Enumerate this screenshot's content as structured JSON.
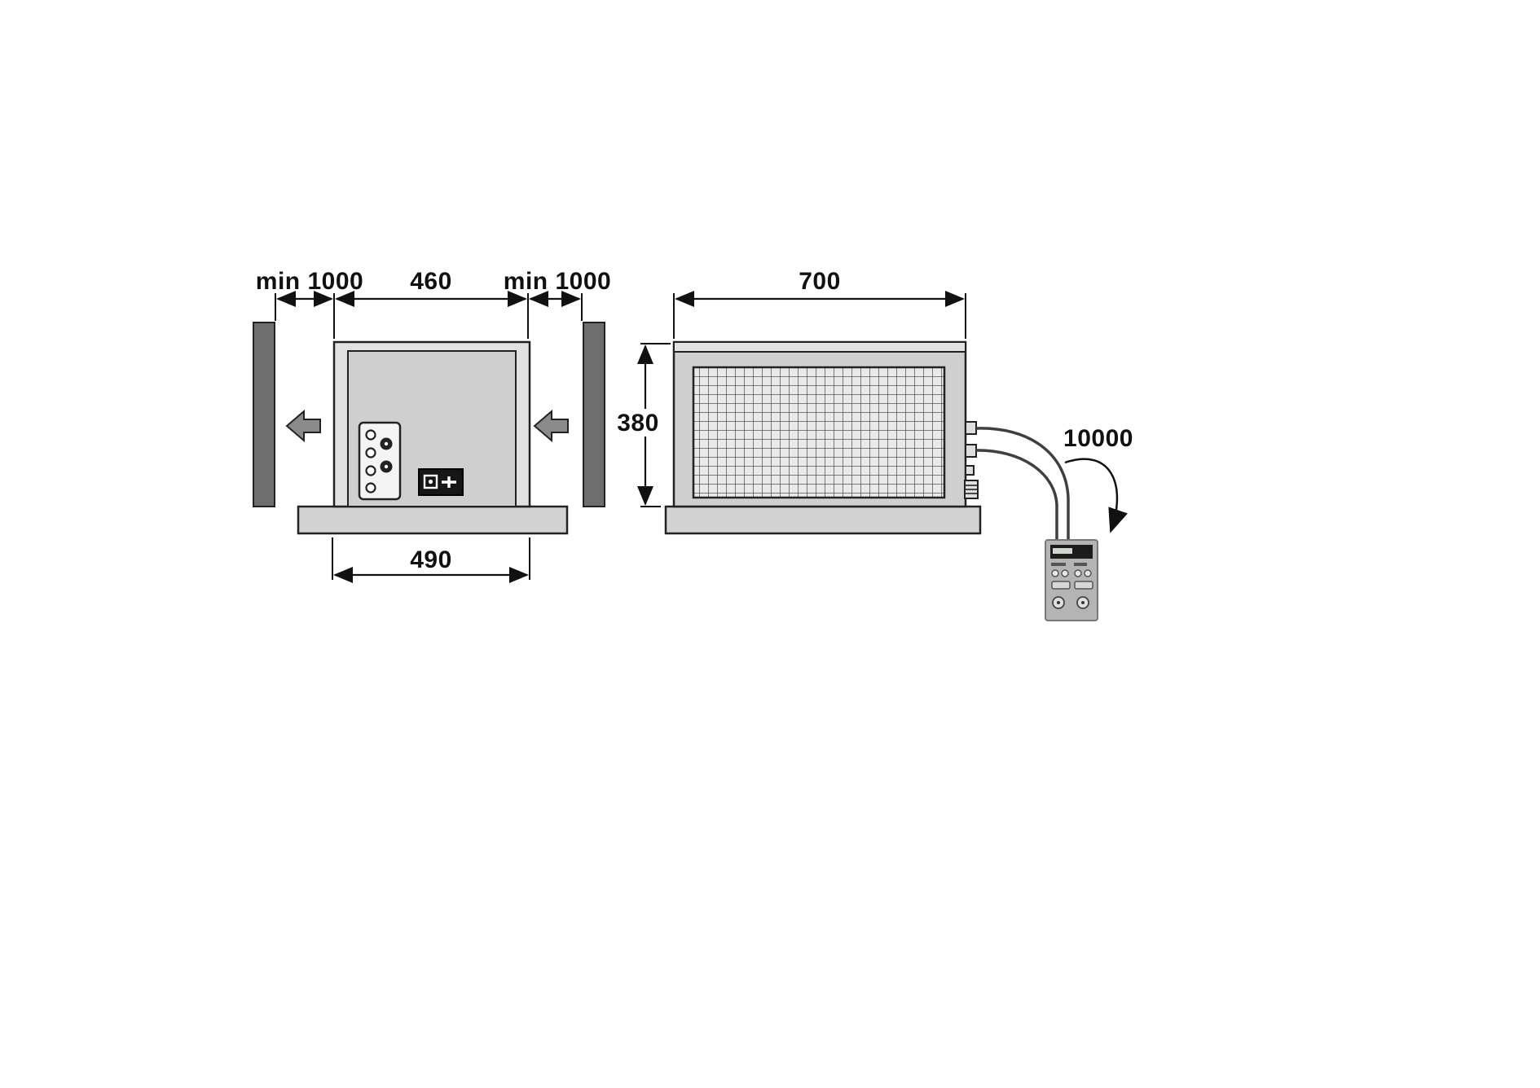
{
  "figure": {
    "front_view": {
      "left_clearance_label": "min 1000",
      "unit_width_label": "460",
      "right_clearance_label": "min 1000",
      "base_width_label": "490"
    },
    "side_view": {
      "depth_label": "700",
      "height_label": "380",
      "cable_length_label": "10000"
    }
  },
  "colors": {
    "background": "#ffffff",
    "line": "#111111",
    "wall_fill": "#6e6e6e",
    "unit_frame_fill": "#e2e2e2",
    "unit_body_fill": "#cfcfcf",
    "mesh_bg_fill": "#e9e9e9",
    "base_fill": "#d2d2d2",
    "flow_arrow_fill": "#8a8a8a",
    "control_box_fill": "#161616",
    "cable": "#3f3f3f",
    "remote_body": "#b4b4b4",
    "remote_screen": "#1c1c1c"
  }
}
